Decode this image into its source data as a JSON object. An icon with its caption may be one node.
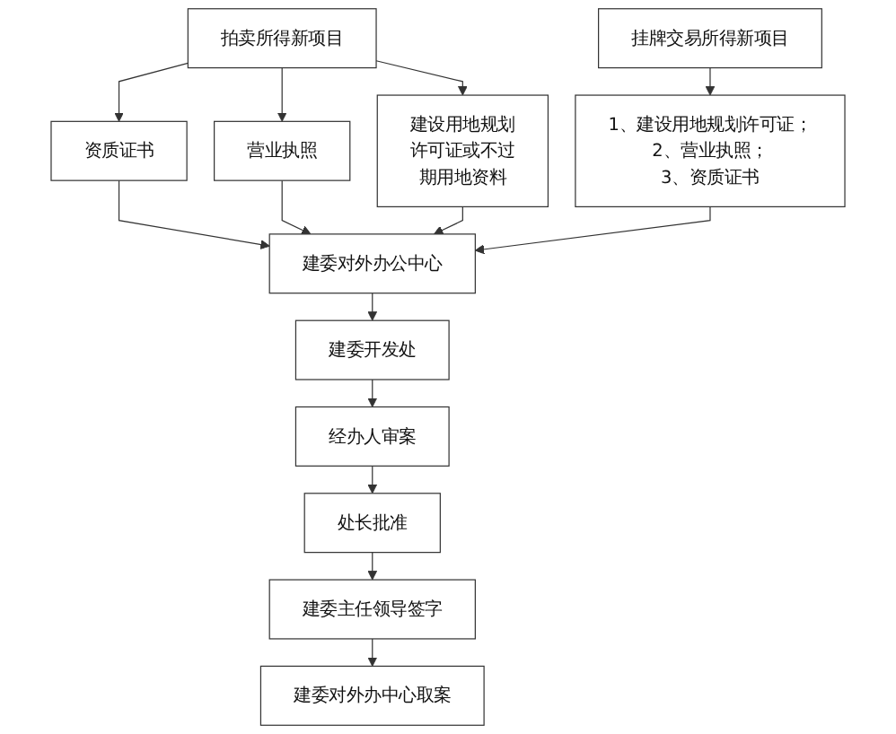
{
  "diagram": {
    "nodes": [
      {
        "text": [
          "拍卖所得新项目"
        ]
      },
      {
        "text": [
          "资质证书"
        ]
      },
      {
        "text": [
          "营业执照"
        ]
      },
      {
        "text": [
          "建设用地规划许可证或不过期用地资料"
        ]
      },
      {
        "text": [
          "挂牌交易所得新项目"
        ]
      },
      {
        "text": [
          "1、建设用地规划许可证；",
          "2、营业执照；",
          "3、资质证书"
        ]
      },
      {
        "text": [
          "建委对外办公中心"
        ]
      },
      {
        "text": [
          "建委开发处"
        ]
      },
      {
        "text": [
          "经办人审案"
        ]
      },
      {
        "text": [
          "处长批准"
        ]
      },
      {
        "text": [
          "建委主任领导签字"
        ]
      },
      {
        "text": [
          "建委对外办中心取案"
        ]
      }
    ],
    "edges": [
      {
        "from": 0,
        "to": 1,
        "arrow": "to"
      },
      {
        "from": 0,
        "to": 2,
        "arrow": "to"
      },
      {
        "from": 0,
        "to": 3,
        "arrow": "to"
      },
      {
        "from": 4,
        "to": 5,
        "arrow": "to"
      },
      {
        "from": 1,
        "to": 6,
        "arrow": "to"
      },
      {
        "from": 2,
        "to": 6,
        "arrow": "to"
      },
      {
        "from": 3,
        "to": 6,
        "arrow": "to"
      },
      {
        "from": 5,
        "to": 6,
        "arrow": "to"
      },
      {
        "from": 6,
        "to": 7,
        "arrow": "to"
      },
      {
        "from": 7,
        "to": 8,
        "arrow": "to"
      },
      {
        "from": 8,
        "to": 9,
        "arrow": "to"
      },
      {
        "from": 9,
        "to": 10,
        "arrow": "to"
      },
      {
        "from": 10,
        "to": 11,
        "arrow": "to"
      }
    ]
  }
}
